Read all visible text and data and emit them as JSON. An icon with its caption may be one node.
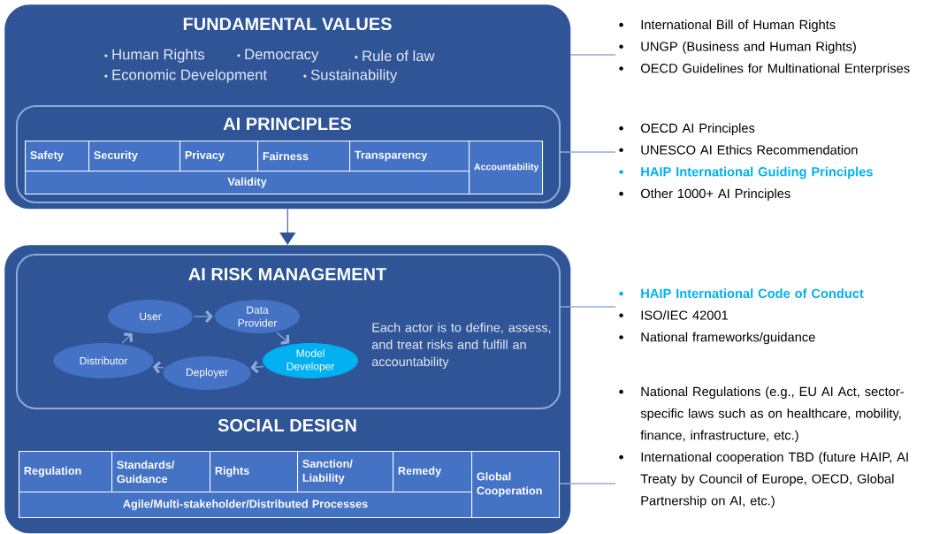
{
  "diagram": {
    "nodes": [
      {
        "text": [
          "FUNDAMENTAL VALUES",
          "Human Rights",
          "Democracy",
          "Rule of law",
          "Economic Development",
          "Sustainability"
        ]
      },
      {
        "text": [
          "AI PRINCIPLES"
        ],
        "in": 0
      },
      {
        "text": [
          "Safety"
        ],
        "in": 1
      },
      {
        "text": [
          "Security"
        ],
        "in": 1
      },
      {
        "text": [
          "Privacy"
        ],
        "in": 1
      },
      {
        "text": [
          "Fairness"
        ],
        "in": 1
      },
      {
        "text": [
          "Transparency"
        ],
        "in": 1
      },
      {
        "text": [
          "Accountability"
        ],
        "in": 1
      },
      {
        "text": [
          "Validity"
        ],
        "in": 1
      },
      {
        "text": [
          "SOCIAL DESIGN"
        ]
      },
      {
        "text": [
          "AI RISK MANAGEMENT",
          "Each actor is to define, assess, and treat risks and fulfill an accountability"
        ],
        "in": 9
      },
      {
        "text": [
          "User"
        ],
        "in": 10
      },
      {
        "text": [
          "Data Provider"
        ],
        "in": 10
      },
      {
        "text": [
          "Model Developer"
        ],
        "in": 10
      },
      {
        "text": [
          "Deployer"
        ],
        "in": 10
      },
      {
        "text": [
          "Distributor"
        ],
        "in": 10
      },
      {
        "text": [
          "Regulation"
        ],
        "in": 9
      },
      {
        "text": [
          "Standards/ Guidance"
        ],
        "in": 9
      },
      {
        "text": [
          "Rights"
        ],
        "in": 9
      },
      {
        "text": [
          "Sanction/ Liability"
        ],
        "in": 9
      },
      {
        "text": [
          "Remedy"
        ],
        "in": 9
      },
      {
        "text": [
          "Global Cooperation"
        ],
        "in": 9
      },
      {
        "text": [
          "Agile/Multi-stakeholder/Distributed Processes"
        ],
        "in": 9
      },
      {
        "text": [
          "International Bill of Human Rights",
          "UNGP (Business and Human Rights)",
          "OECD Guidelines for Multinational Enterprises"
        ]
      },
      {
        "text": [
          "OECD AI Principles",
          "UNESCO AI Ethics Recommendation",
          "**HAIP International Guiding Principles**",
          "Other 1000+ AI Principles"
        ]
      },
      {
        "text": [
          "**HAIP International Code of Conduct**",
          "ISO/IEC 42001",
          "National frameworks/guidance"
        ]
      },
      {
        "text": [
          "National Regulations (e.g., EU AI Act, sector-specific laws such as on healthcare, mobility, finance, infrastructure, etc.)",
          "International cooperation TBD (future HAIP, AI Treaty by Council of Europe, OECD, Global Partnership on AI, etc.)"
        ]
      }
    ],
    "edges": [
      {
        "from": 0,
        "to": 23,
        "arrow": "none"
      },
      {
        "from": 1,
        "to": 24,
        "arrow": "none"
      },
      {
        "from": 10,
        "to": 25,
        "arrow": "none"
      },
      {
        "from": 21,
        "to": 26,
        "arrow": "none"
      },
      {
        "from": 0,
        "to": 9,
        "arrow": "to",
        "color": "#2f5597"
      },
      {
        "from": 11,
        "to": 12,
        "arrow": "to"
      },
      {
        "from": 12,
        "to": 13,
        "arrow": "to"
      },
      {
        "from": 13,
        "to": 14,
        "arrow": "to"
      },
      {
        "from": 14,
        "to": 15,
        "arrow": "to"
      },
      {
        "from": 15,
        "to": 11,
        "arrow": "to"
      }
    ]
  }
}
